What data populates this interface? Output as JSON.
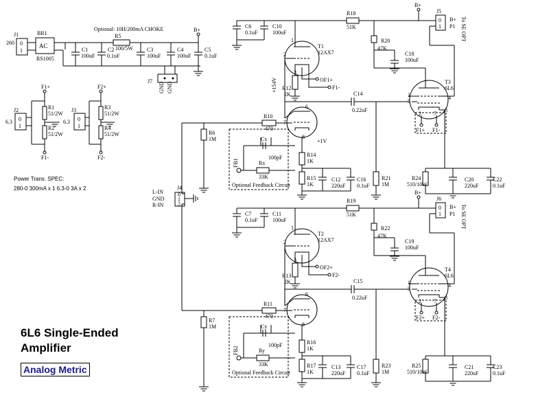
{
  "title": {
    "line1": "6L6 Single-Ended",
    "line2": "Amplifier"
  },
  "brand": "Analog Metric",
  "spec": {
    "line1": "Power Trans. SPEC:",
    "line2": "280-0 300mA x 1 6.3-0 3A x 2"
  },
  "power_supply": {
    "j1": "J1",
    "j1_volt": "260",
    "j1_pins": [
      "0",
      "1"
    ],
    "br1": "BR1",
    "br1_ac": "AC",
    "br1_part": "RS1005",
    "choke_note": "Optional: 10H/200mA CHOKE",
    "r5": "R5",
    "r5_val": "100/5W",
    "bplus": "B+",
    "c1": "C1",
    "c1_val": "100uF",
    "c2": "C2",
    "c2_val": "0.1uF",
    "c3": "C3",
    "c3_val": "100uF",
    "c4": "C4",
    "c4_val": "100uF",
    "c5": "C5",
    "c5_val": "0.1uF",
    "j7": "J7",
    "gnd1": "GND",
    "gnd2": "GND"
  },
  "heaters": {
    "j2": "J2",
    "j2_volt": "6.3",
    "j3": "J3",
    "j3_volt": "6.3",
    "pins": [
      "0",
      "1"
    ],
    "f1p": "F1+",
    "f1m": "F1-",
    "f2p": "F2+",
    "f2m": "F2-",
    "r1": "R1",
    "r1_val": "51/2W",
    "r2": "R2",
    "r2_val": "51/2W",
    "r3": "R3",
    "r3_val": "51/2W",
    "r4": "R4",
    "r4_val": "51/2W"
  },
  "input": {
    "j4": "J4",
    "lin": "L-IN",
    "gnd": "GND",
    "rin": "R-IN",
    "pins": [
      "0",
      "1",
      "2"
    ]
  },
  "channel1": {
    "c6": "C6",
    "c6_val": "0.1uF",
    "c10": "C10",
    "c10_val": "100uF",
    "r18": "R18",
    "r18_val": "51K",
    "bplus": "B+",
    "j5": "J5",
    "p1": "P1",
    "bplus_out": "B+",
    "to_opt": "To SE OPT",
    "r20": "R20",
    "r20_val": "47K",
    "c18": "C18",
    "c18_val": "100uF",
    "t1": "T1",
    "t1_type": "12AX7",
    "v154": "+154V",
    "of1p": "OF1+",
    "f1m": "F1-",
    "r12": "R12",
    "r12_val": "2K",
    "c14": "C14",
    "c14_val": "0.22uF",
    "t3": "T3",
    "t3_type": "6L6",
    "f1p_b": "F1+",
    "f1m_b": "F1-",
    "r10": "R10",
    "r10_val": "470",
    "v1": "+1V",
    "r6": "R6",
    "r6_val": "1M",
    "cx": "Cx",
    "cx_val": "100pF",
    "rx": "Rx",
    "rx_val": "33K",
    "fb": "FB1",
    "fb_label": "Optional Feedback Circuit",
    "r14": "R14",
    "r14_val": "1K",
    "r15": "R15",
    "r15_val": "1K",
    "c12": "C12",
    "c12_val": "220uF",
    "c16": "C16",
    "c16_val": "0.1uF",
    "r21": "R21",
    "r21_val": "1M",
    "r24": "R24",
    "r24_val": "510/10W",
    "c20": "C20",
    "c20_val": "220uF",
    "c22": "C22",
    "c22_val": "0.1uF"
  },
  "channel2": {
    "c7": "C7",
    "c7_val": "0.1uF",
    "c11": "C11",
    "c11_val": "100uF",
    "r19": "R19",
    "r19_val": "51K",
    "bplus": "B+",
    "j6": "J6",
    "p1": "P1",
    "bplus_out": "B+",
    "to_opt": "To SE OPT",
    "r22": "R22",
    "r22_val": "47K",
    "c19": "C19",
    "c19_val": "100uF",
    "t2": "T2",
    "t2_type": "12AX7",
    "of2p": "OF2+",
    "f2m": "F2-",
    "r13": "R13",
    "r13_val": "2K",
    "c15": "C15",
    "c15_val": "0.22uF",
    "t4": "T4",
    "t4_type": "6L6",
    "f2p_b": "F2+",
    "f2m_b": "F2-",
    "r11": "R11",
    "r11_val": "470",
    "r7": "R7",
    "r7_val": "1M",
    "cy": "Cy",
    "cy_val": "100pF",
    "ry": "Ry",
    "ry_val": "33K",
    "fb": "FB2",
    "fb_label": "Optional Feedback Circuit",
    "r16": "R16",
    "r16_val": "1K",
    "r17": "R17",
    "r17_val": "1K",
    "c13": "C13",
    "c13_val": "220uF",
    "c17": "C17",
    "c17_val": "0.1uF",
    "r23": "R23",
    "r23_val": "1M",
    "r25": "R25",
    "r25_val": "510/10W",
    "c21": "C21",
    "c21_val": "220uF",
    "c23": "C23",
    "c23_val": "0.1uF"
  }
}
